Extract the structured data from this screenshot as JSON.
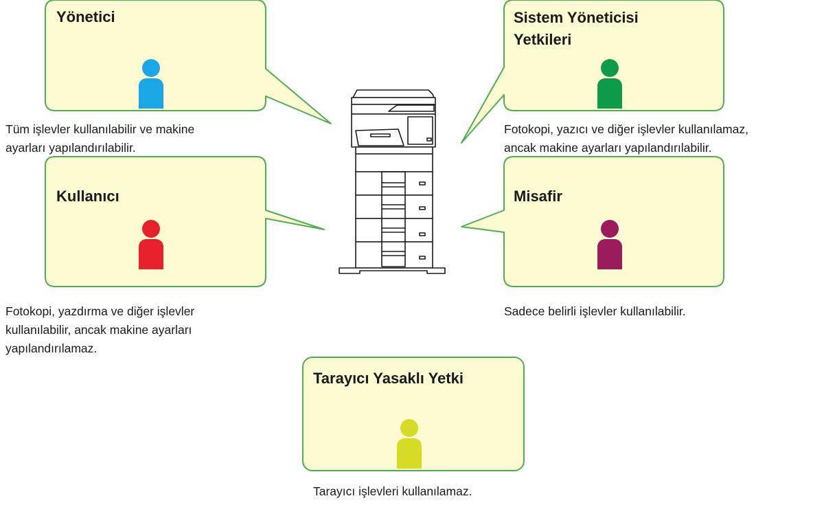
{
  "roles": [
    {
      "key": "admin",
      "title_lines": [
        "Yönetici"
      ],
      "icon": "person-icon",
      "color": "#1aa7e6",
      "description_lines": [
        "Tüm işlevler kullanılabilir ve makine",
        "ayarları yapılandırılabilir."
      ]
    },
    {
      "key": "system-admin-rights",
      "title_lines": [
        "Sistem Yöneticisi",
        "Yetkileri"
      ],
      "icon": "person-icon",
      "color": "#0e9b49",
      "description_lines": [
        "Fotokopi, yazıcı ve diğer işlevler kullanılamaz,",
        "ancak makine ayarları yapılandırılabilir."
      ]
    },
    {
      "key": "user",
      "title_lines": [
        "Kullanıcı"
      ],
      "icon": "person-icon",
      "color": "#e8202a",
      "description_lines": [
        "Fotokopi, yazdırma ve diğer işlevler",
        "kullanılabilir, ancak makine ayarları",
        "yapılandırılamaz."
      ]
    },
    {
      "key": "guest",
      "title_lines": [
        "Misafir"
      ],
      "icon": "person-icon",
      "color": "#9c1b5c",
      "description_lines": [
        "Sadece belirli işlevler kullanılabilir."
      ]
    },
    {
      "key": "scanner-prohibited",
      "title_lines": [
        "Tarayıcı Yasaklı Yetki"
      ],
      "icon": "person-icon",
      "color": "#d6dc26",
      "description_lines": [
        "Tarayıcı işlevleri kullanılamaz."
      ]
    }
  ],
  "center_device": {
    "icon": "multifunction-printer-icon"
  },
  "style": {
    "bubble_fill": "#fdfbd2",
    "bubble_stroke": "#4caf50"
  }
}
